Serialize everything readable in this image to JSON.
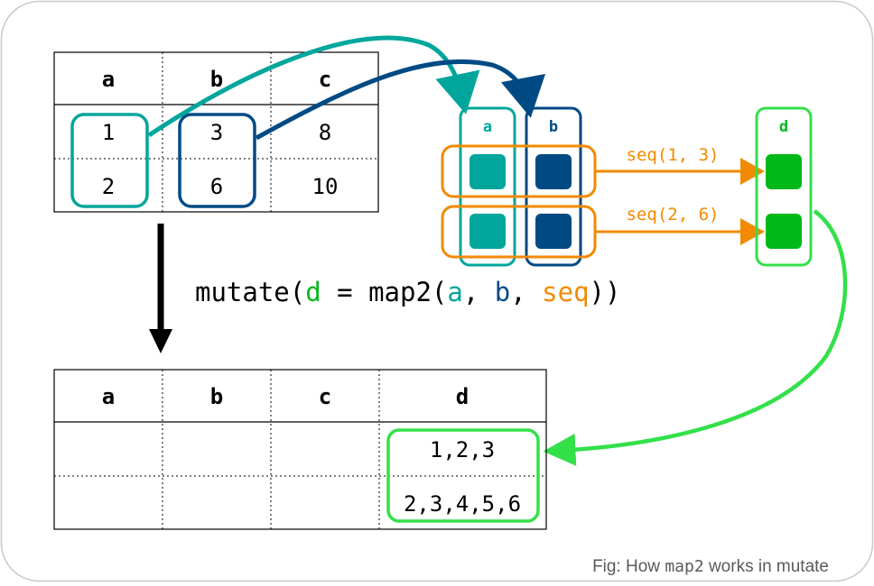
{
  "colors": {
    "teal": "#00a69c",
    "navy": "#004a84",
    "orange": "#f18a00",
    "green": "#00b818",
    "bright_green": "#33e04a",
    "black": "#000000",
    "caption_gray": "#5a5a5a"
  },
  "input_table": {
    "headers": [
      "a",
      "b",
      "c"
    ],
    "rows": [
      [
        "1",
        "3",
        "8"
      ],
      [
        "2",
        "6",
        "10"
      ]
    ]
  },
  "vectors": {
    "a_label": "a",
    "b_label": "b",
    "d_label": "d"
  },
  "seq_calls": [
    "seq(1, 3)",
    "seq(2, 6)"
  ],
  "code": {
    "part1": "mutate(",
    "d": "d",
    "part2": " = map2(",
    "a": "a",
    "sep1": ", ",
    "b": "b",
    "sep2": ", ",
    "seq": "seq",
    "part3": "))"
  },
  "output_table": {
    "headers": [
      "a",
      "b",
      "c",
      "d"
    ],
    "d_values": [
      "1,2,3",
      "2,3,4,5,6"
    ]
  },
  "caption": {
    "prefix": "Fig: How ",
    "code": "map2",
    "suffix": " works in mutate"
  }
}
